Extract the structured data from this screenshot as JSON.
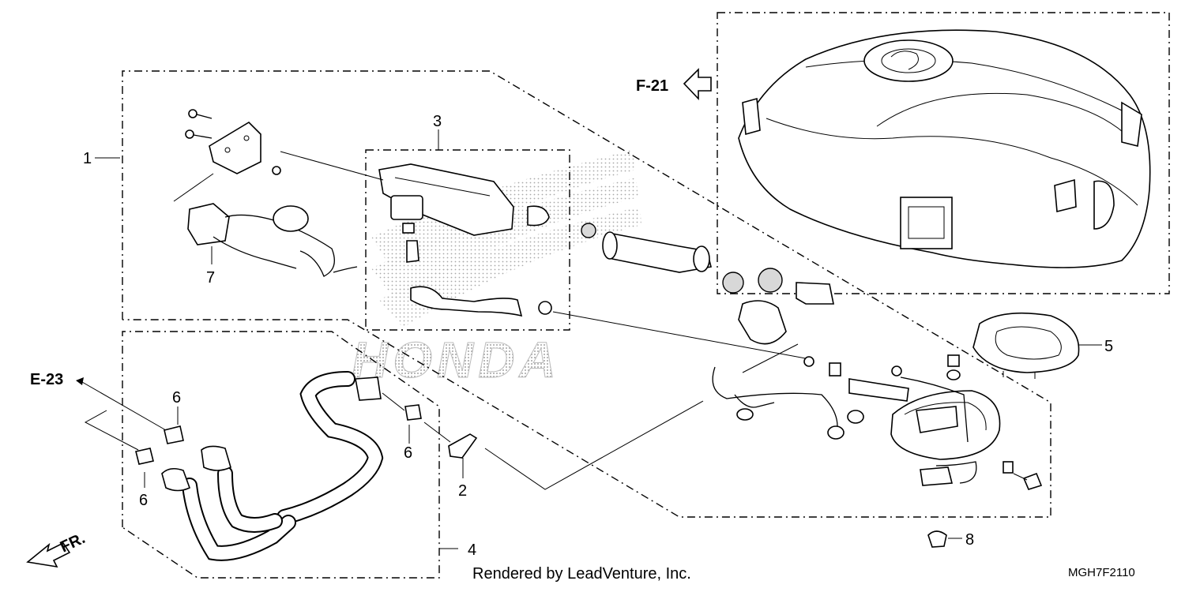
{
  "diagram": {
    "callouts": [
      {
        "id": "1",
        "label": "1"
      },
      {
        "id": "2",
        "label": "2"
      },
      {
        "id": "3",
        "label": "3"
      },
      {
        "id": "4",
        "label": "4"
      },
      {
        "id": "5",
        "label": "5"
      },
      {
        "id": "6a",
        "label": "6"
      },
      {
        "id": "6b",
        "label": "6"
      },
      {
        "id": "6c",
        "label": "6"
      },
      {
        "id": "7",
        "label": "7"
      },
      {
        "id": "8",
        "label": "8"
      }
    ],
    "references": {
      "f21": "F-21",
      "e23": "E-23",
      "front": "FR."
    },
    "watermark": "HONDA",
    "footer": "Rendered by LeadVenture, Inc.",
    "diagram_code": "MGH7F2110"
  }
}
